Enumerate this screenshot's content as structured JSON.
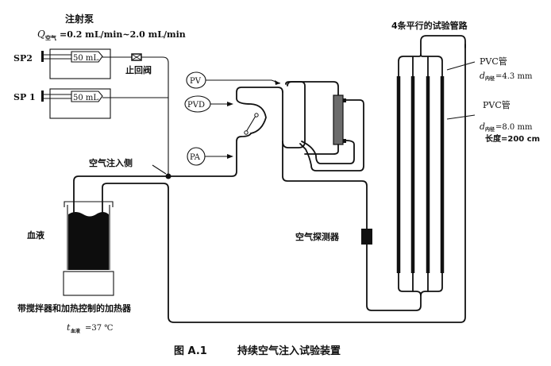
{
  "syringe_pump": {
    "title": "注射泵",
    "flow_symbol": "Q",
    "flow_subscript": "空气",
    "flow_range": "=0.2 mL/min~2.0 mL/min",
    "pumps": [
      {
        "id": "SP2",
        "volume": "50 mL"
      },
      {
        "id": "SP 1",
        "volume": "50 mL"
      }
    ]
  },
  "check_valve": "止回阀",
  "air_injection_side": "空气注入侧",
  "blood": "血液",
  "heater": "带搅拌器和加热控制的加热器",
  "blood_temp": {
    "symbol": "t",
    "subscript": "血液",
    "value": "=37 ℃"
  },
  "pressure_points": [
    "PV",
    "PVD",
    "PA"
  ],
  "air_detector": "空气探测器",
  "parallel_lines": "4条平行的试验管路",
  "tube_small": {
    "name": "PVC管",
    "symbol": "d",
    "subscript": "内径",
    "value": "=4.3 mm"
  },
  "tube_large": {
    "name": "PVC管",
    "symbol": "d",
    "subscript": "内径",
    "value": "=8.0 mm",
    "length": "长度=200 cm"
  },
  "caption": {
    "figure_no": "图 A.1",
    "title": "持续空气注入试验装置"
  },
  "colors": {
    "ink": "#111111",
    "background": "#ffffff",
    "dialyzer": "#6b6b6b"
  }
}
